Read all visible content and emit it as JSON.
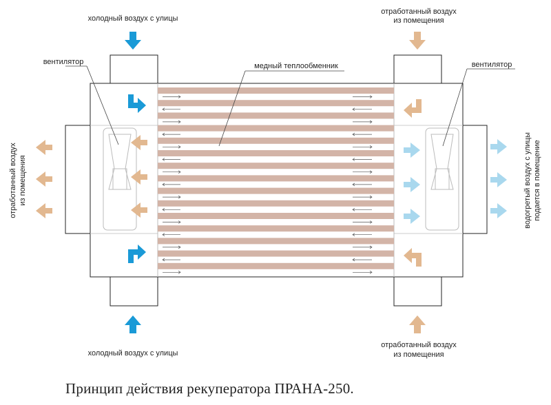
{
  "labels": {
    "cold_air_top": "холодный воздух с улицы",
    "cold_air_bottom": "холодный воздух с улицы",
    "exhaust_top_1": "отработанный воздух",
    "exhaust_top_2": "из помещения",
    "exhaust_bottom_1": "отработанный воздух",
    "exhaust_bottom_2": "из помещения",
    "fan_left": "вентилятор",
    "fan_right": "вентилятор",
    "exchanger": "медный теплообменник",
    "left_side_1": "отработанный воздух",
    "left_side_2": "из помещения",
    "right_side_1": "водогретый воздух с улицы",
    "right_side_2": "подается в помещение"
  },
  "caption": "Принцип действия рекуператора ПРАНА-250.",
  "colors": {
    "cold": "#1a9ad7",
    "warm": "#e2b890",
    "light_blue": "#a9d8ee",
    "plate": "#d3b4a7",
    "outline": "#222222"
  }
}
